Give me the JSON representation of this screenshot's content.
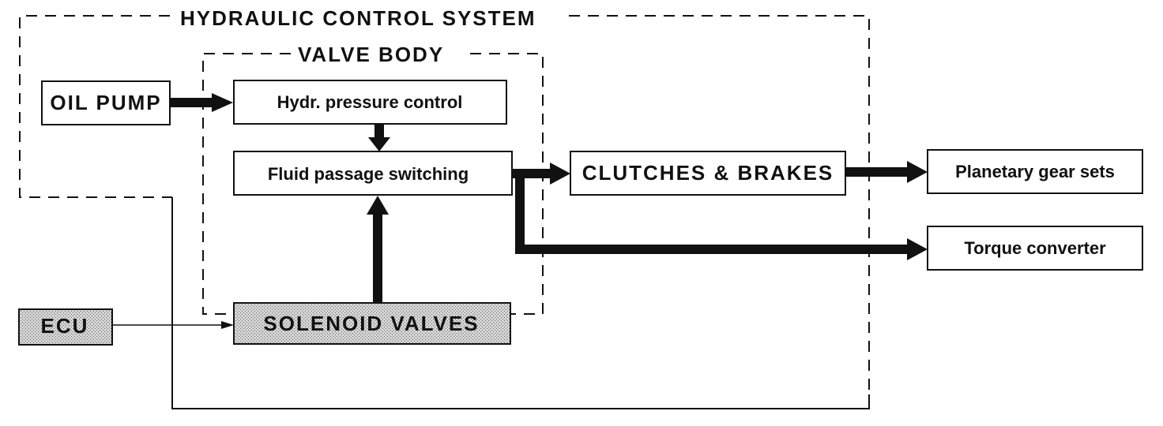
{
  "diagram": {
    "system_title": "HYDRAULIC CONTROL SYSTEM",
    "valve_body_title": "VALVE BODY",
    "nodes": {
      "oil_pump": "OIL PUMP",
      "pressure_control": "Hydr. pressure control",
      "fluid_switching": "Fluid passage switching",
      "clutches_brakes": "CLUTCHES & BRAKES",
      "planetary": "Planetary gear sets",
      "torque_converter": "Torque converter",
      "ecu": "ECU",
      "solenoid": "SOLENOID VALVES"
    }
  }
}
